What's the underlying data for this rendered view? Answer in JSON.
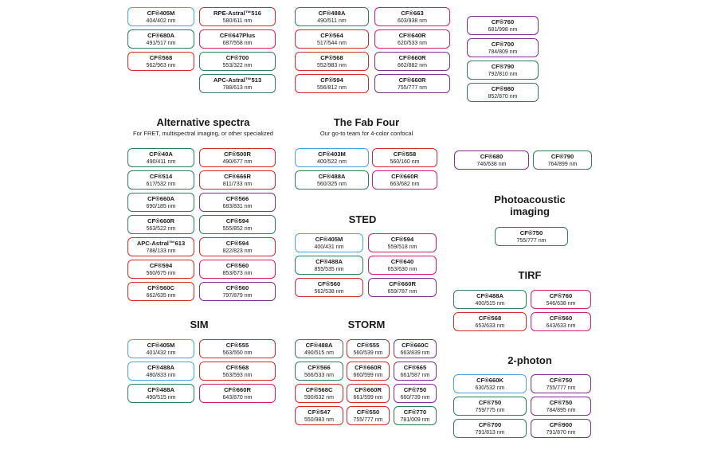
{
  "colors": {
    "blue": "#4aa3df",
    "green": "#2e7d5b",
    "red": "#d42a2a",
    "purple": "#7b2f8e",
    "pink": "#d81b74"
  },
  "sections": [
    {
      "id": "alt",
      "title": "Alternative spectra",
      "subtitle": "For FRET, multispectral imaging, or other specialized"
    },
    {
      "id": "fab",
      "title": "The Fab Four",
      "subtitle": "Our go-to team for 4-color confocal"
    },
    {
      "id": "sted",
      "title": "STED",
      "subtitle": ""
    },
    {
      "id": "photo",
      "title": "Photoacoustic imaging",
      "subtitle": ""
    },
    {
      "id": "tirf",
      "title": "TIRF",
      "subtitle": ""
    },
    {
      "id": "sim",
      "title": "SIM",
      "subtitle": ""
    },
    {
      "id": "storm",
      "title": "STORM",
      "subtitle": ""
    },
    {
      "id": "twop",
      "title": "2-photon",
      "subtitle": ""
    }
  ],
  "cards": [
    {
      "name": "CF®405M",
      "nm": "404/402 nm",
      "color": "blue"
    },
    {
      "name": "RPE-Astral™516",
      "nm": "580/611 nm",
      "color": "red"
    },
    {
      "name": "CF®680A",
      "nm": "491/517 nm",
      "color": "green"
    },
    {
      "name": "CF®647Plus",
      "nm": "687/558 nm",
      "color": "pink"
    },
    {
      "name": "CF®568",
      "nm": "562/963 nm",
      "color": "red"
    },
    {
      "name": "CF®700",
      "nm": "553/322 nm",
      "color": "green"
    },
    {
      "name": "APC-Astral™513",
      "nm": "788/613 nm",
      "color": "green"
    },
    {
      "name": "CF®488A",
      "nm": "490/511 nm",
      "color": "green"
    },
    {
      "name": "CF®663",
      "nm": "603/938 nm",
      "color": "pink"
    },
    {
      "name": "CF®564",
      "nm": "517/544 nm",
      "color": "red"
    },
    {
      "name": "CF®640R",
      "nm": "620/533 nm",
      "color": "pink"
    },
    {
      "name": "CF®568",
      "nm": "552/983 nm",
      "color": "red"
    },
    {
      "name": "CF®660R",
      "nm": "662/882 nm",
      "color": "purple"
    },
    {
      "name": "CF®594",
      "nm": "556/812 nm",
      "color": "red"
    },
    {
      "name": "CF®660R",
      "nm": "755/777 nm",
      "color": "purple"
    },
    {
      "name": "CF®760",
      "nm": "681/998 nm",
      "color": "purple"
    },
    {
      "name": "CF®700",
      "nm": "784/809 nm",
      "color": "purple"
    },
    {
      "name": "CF®790",
      "nm": "792/810 nm",
      "color": "green"
    },
    {
      "name": "CF®980",
      "nm": "852/870 nm",
      "color": "green"
    },
    {
      "name": "CF®40A",
      "nm": "490/411 nm",
      "color": "green"
    },
    {
      "name": "CF®500R",
      "nm": "490/677 nm",
      "color": "red"
    },
    {
      "name": "CF®514",
      "nm": "617/532 nm",
      "color": "green"
    },
    {
      "name": "CF®666R",
      "nm": "811/733 nm",
      "color": "red"
    },
    {
      "name": "CF®660A",
      "nm": "690/185 nm",
      "color": "green"
    },
    {
      "name": "CF®566",
      "nm": "683/831 nm",
      "color": "purple"
    },
    {
      "name": "CF®660R",
      "nm": "563/522 nm",
      "color": "green"
    },
    {
      "name": "CF®594",
      "nm": "555/852 nm",
      "color": "green"
    },
    {
      "name": "APC-Astral™613",
      "nm": "788/133 nm",
      "color": "red"
    },
    {
      "name": "CF®594",
      "nm": "822/823 nm",
      "color": "red"
    },
    {
      "name": "CF®594",
      "nm": "560/675 nm",
      "color": "red"
    },
    {
      "name": "CF®560",
      "nm": "853/673 nm",
      "color": "pink"
    },
    {
      "name": "CF®560C",
      "nm": "662/635 nm",
      "color": "red"
    },
    {
      "name": "CF®560",
      "nm": "797/879 nm",
      "color": "purple"
    },
    {
      "name": "CF®403M",
      "nm": "400/522 nm",
      "color": "blue"
    },
    {
      "name": "CF®558",
      "nm": "560/160 nm",
      "color": "red"
    },
    {
      "name": "CF®488A",
      "nm": "560/325 nm",
      "color": "green"
    },
    {
      "name": "CF®660R",
      "nm": "663/682 nm",
      "color": "pink"
    },
    {
      "name": "CF®680",
      "nm": "746/638 nm",
      "color": "purple"
    },
    {
      "name": "CF®790",
      "nm": "764/899 nm",
      "color": "green"
    },
    {
      "name": "CF®405M",
      "nm": "400/431 nm",
      "color": "blue"
    },
    {
      "name": "CF®594",
      "nm": "559/518 nm",
      "color": "pink"
    },
    {
      "name": "CF®488A",
      "nm": "855/535 nm",
      "color": "green"
    },
    {
      "name": "CF®640",
      "nm": "653/630 nm",
      "color": "pink"
    },
    {
      "name": "CF®560",
      "nm": "562/538 nm",
      "color": "red"
    },
    {
      "name": "CF®660R",
      "nm": "659/787 nm",
      "color": "purple"
    },
    {
      "name": "CF®750",
      "nm": "755/777 nm",
      "color": "green"
    },
    {
      "name": "CF®488A",
      "nm": "400/515 nm",
      "color": "green"
    },
    {
      "name": "CF®760",
      "nm": "546/638 nm",
      "color": "pink"
    },
    {
      "name": "CF®568",
      "nm": "653/633 nm",
      "color": "red"
    },
    {
      "name": "CF®560",
      "nm": "643/633 nm",
      "color": "pink"
    },
    {
      "name": "CF®405M",
      "nm": "401/432 nm",
      "color": "blue"
    },
    {
      "name": "CF®555",
      "nm": "563/550 nm",
      "color": "red"
    },
    {
      "name": "CF®488A",
      "nm": "480/833 nm",
      "color": "blue"
    },
    {
      "name": "CF®568",
      "nm": "563/593 nm",
      "color": "red"
    },
    {
      "name": "CF®488A",
      "nm": "490/515 nm",
      "color": "green"
    },
    {
      "name": "CF®660R",
      "nm": "643/870 nm",
      "color": "pink"
    },
    {
      "name": "CF®488A",
      "nm": "490/515 nm",
      "color": "green"
    },
    {
      "name": "CF®555",
      "nm": "560/539 nm",
      "color": "red"
    },
    {
      "name": "CF®660C",
      "nm": "663/839 nm",
      "color": "purple"
    },
    {
      "name": "CF®566",
      "nm": "566/533 nm",
      "color": "green"
    },
    {
      "name": "CF®660R",
      "nm": "660/599 nm",
      "color": "red"
    },
    {
      "name": "CF®665",
      "nm": "661/587 nm",
      "color": "purple"
    },
    {
      "name": "CF®568C",
      "nm": "590/632 nm",
      "color": "red"
    },
    {
      "name": "CF®660R",
      "nm": "661/599 nm",
      "color": "red"
    },
    {
      "name": "CF®750",
      "nm": "660/739 nm",
      "color": "purple"
    },
    {
      "name": "CF®547",
      "nm": "550/983 nm",
      "color": "red"
    },
    {
      "name": "CF®550",
      "nm": "755/777 nm",
      "color": "red"
    },
    {
      "name": "CF®770",
      "nm": "781/009 nm",
      "color": "green"
    },
    {
      "name": "CF®660K",
      "nm": "630/532 nm",
      "color": "blue"
    },
    {
      "name": "CF®750",
      "nm": "755/777 nm",
      "color": "purple"
    },
    {
      "name": "CF®750",
      "nm": "759/775 nm",
      "color": "green"
    },
    {
      "name": "CF®750",
      "nm": "784/895 nm",
      "color": "purple"
    },
    {
      "name": "CF®700",
      "nm": "791/813 nm",
      "color": "green"
    },
    {
      "name": "CF®900",
      "nm": "791/870 nm",
      "color": "purple"
    }
  ]
}
